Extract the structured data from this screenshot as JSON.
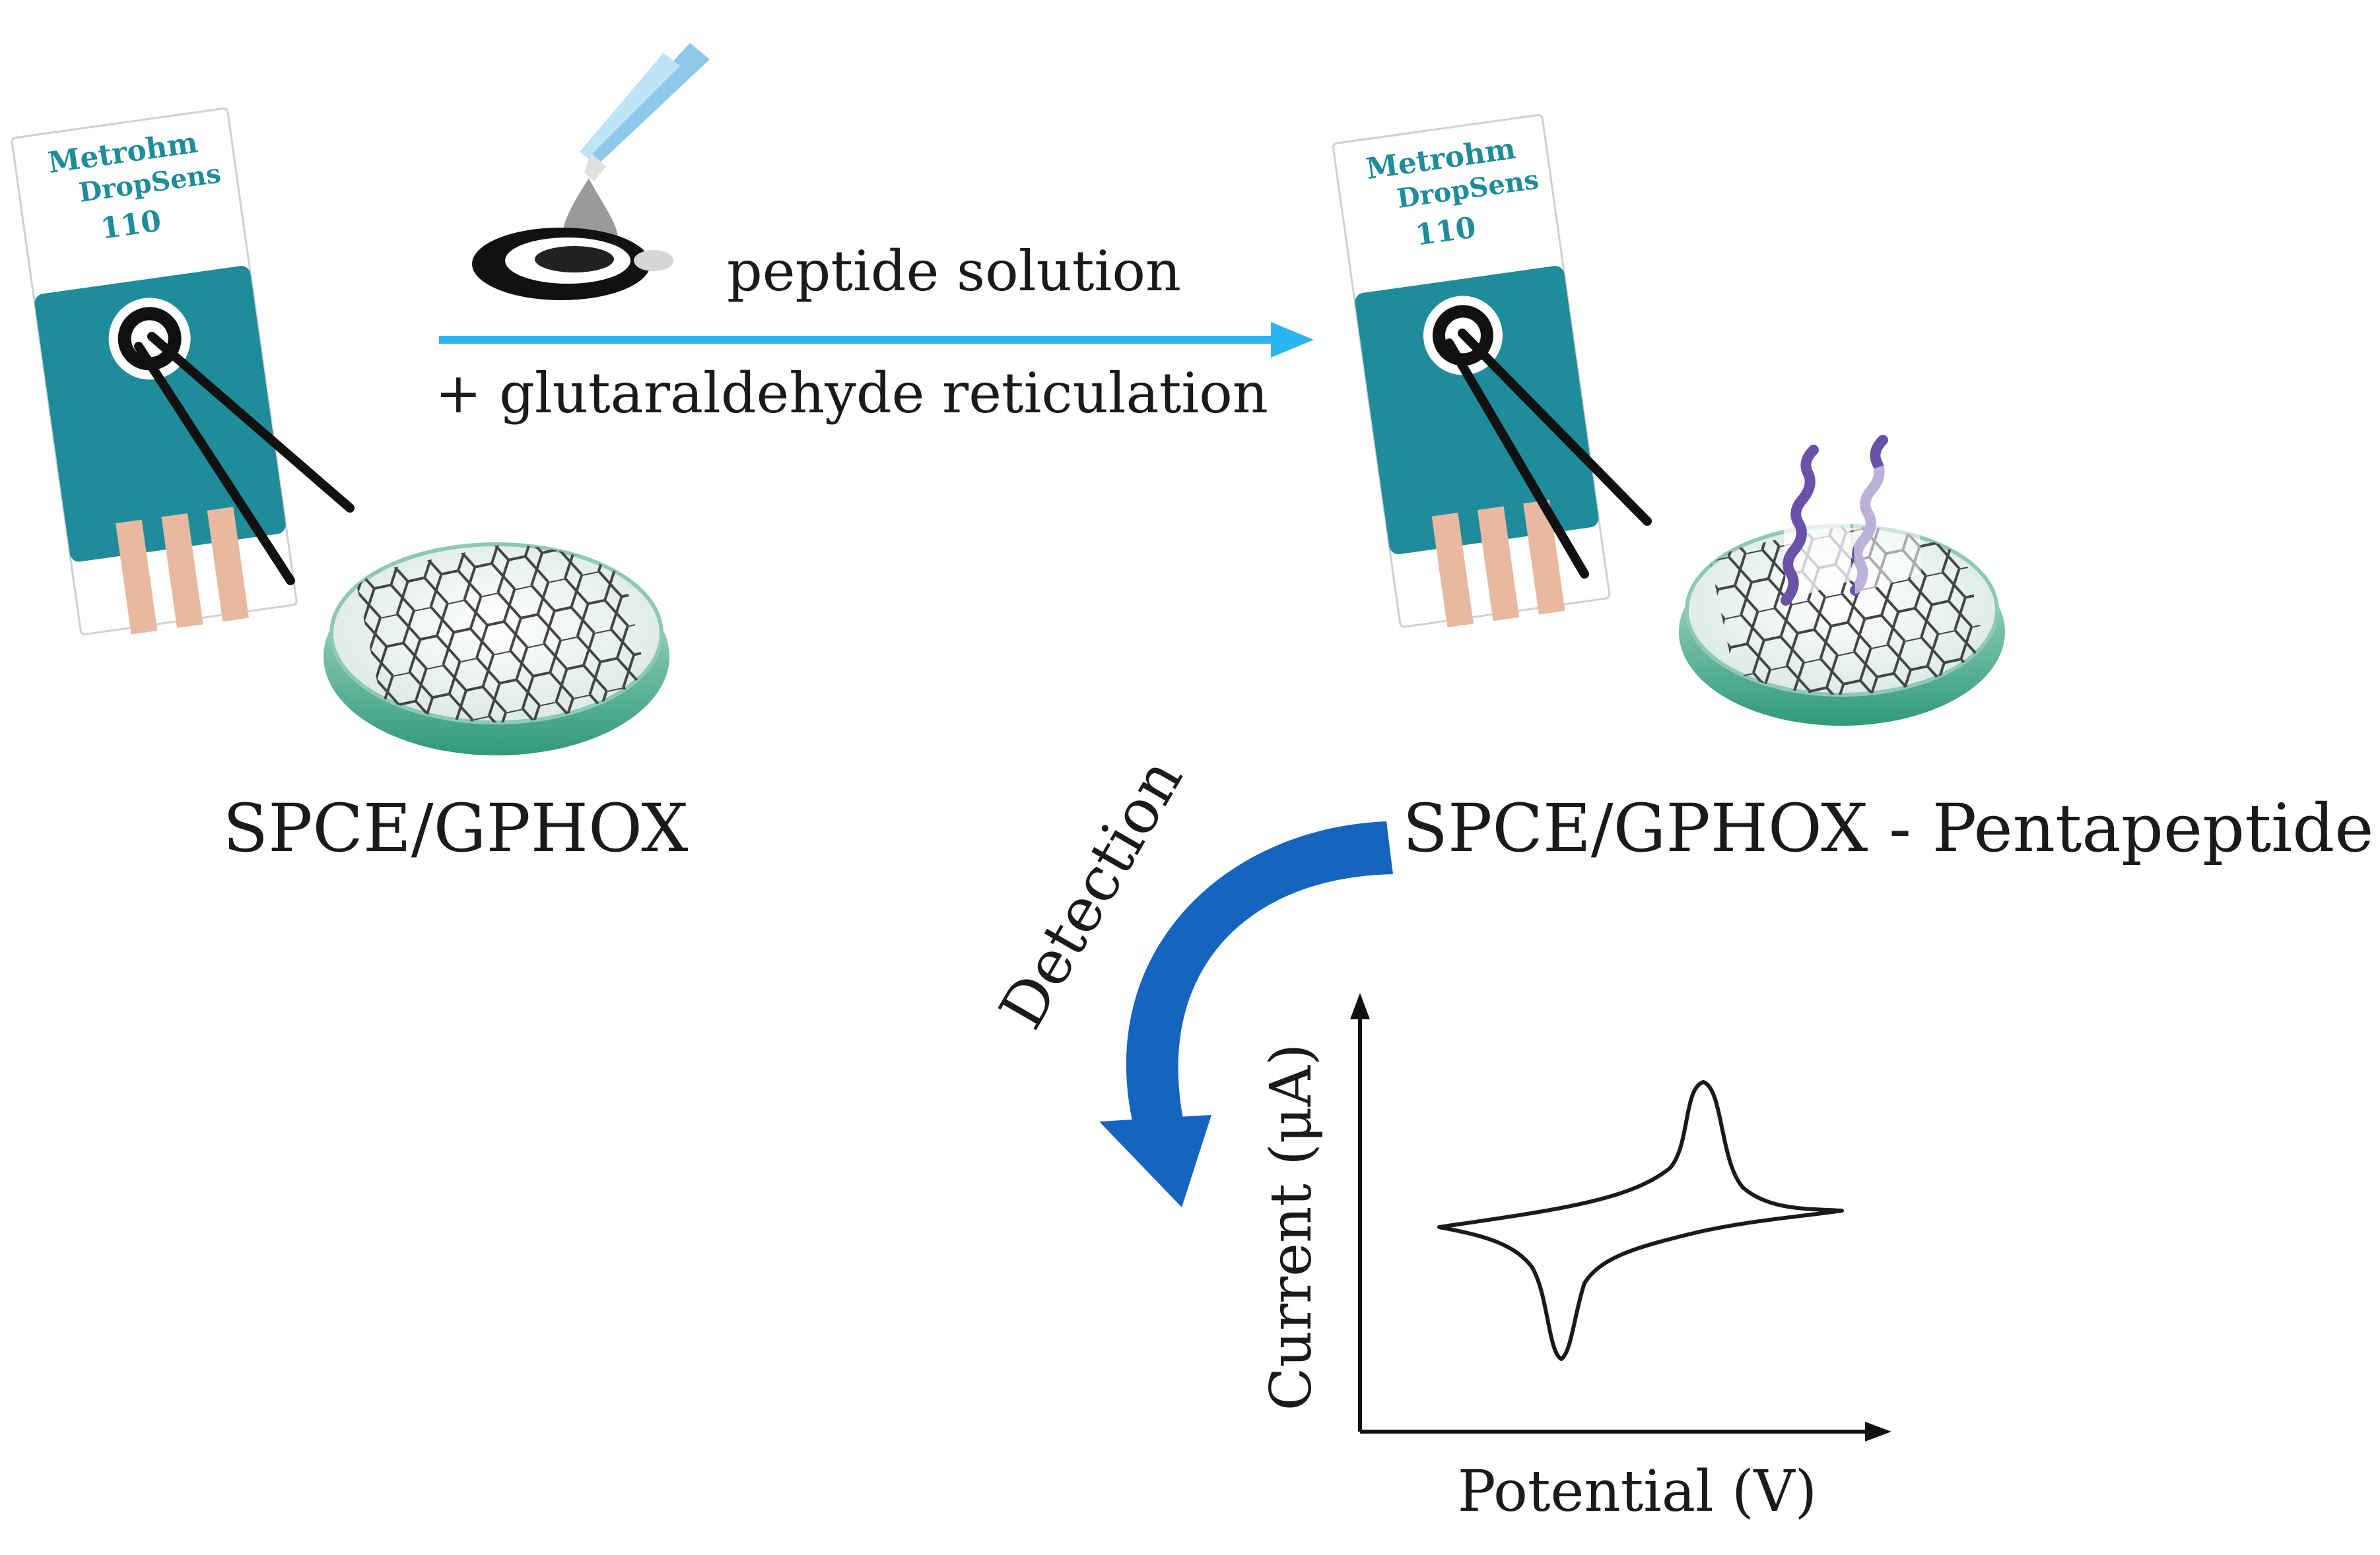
{
  "labels": {
    "step_top": "peptide solution",
    "step_bottom": "+ glutaraldehyde reticulation",
    "electrode_left": "SPCE/GPHOX",
    "electrode_right": "SPCE/GPHOX - Pentapeptide",
    "detection": "Detection",
    "strip_brand_line1": "Metrohm",
    "strip_brand_line2": "DropSens",
    "strip_model": "110",
    "cv_ylabel": "Current (μA)",
    "cv_xlabel": "Potential (V)"
  },
  "colors": {
    "strip_teal": "#1e8c9a",
    "process_arrow": "#29b6f0",
    "detection_arrow": "#1565c0",
    "dish_rim": "#3aa889",
    "peptide_purple": "#6a52a8",
    "text": "#1a1a1a"
  },
  "icons": [
    "pipette-icon",
    "droplet-icon",
    "graphene-dish-icon",
    "peptide-strand-icon",
    "electrode-strip-icon"
  ]
}
